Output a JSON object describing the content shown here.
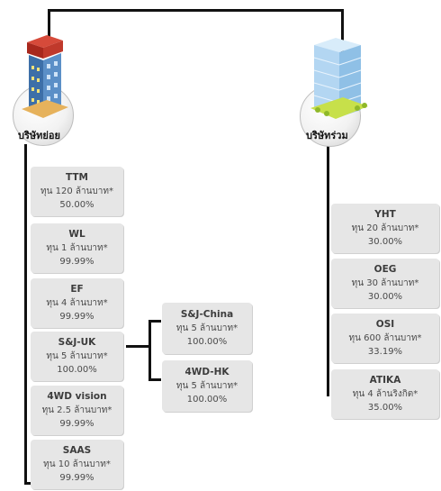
{
  "subsidiaries": {
    "label": "บริษัทย่อย",
    "icon": "office-building-icon",
    "color": "#c0392b",
    "items": [
      {
        "name": "TTM",
        "capital": "ทุน 120 ล้านบาท*",
        "share": "50.00%"
      },
      {
        "name": "WL",
        "capital": "ทุน 1 ล้านบาท*",
        "share": "99.99%"
      },
      {
        "name": "EF",
        "capital": "ทุน 4 ล้านบาท*",
        "share": "99.99%"
      },
      {
        "name": "S&J-UK",
        "capital": "ทุน 5 ล้านบาท*",
        "share": "100.00%"
      },
      {
        "name": "4WD vision",
        "capital": "ทุน 2.5 ล้านบาท*",
        "share": "99.99%"
      },
      {
        "name": "SAAS",
        "capital": "ทุน 10 ล้านบาท*",
        "share": "99.99%"
      }
    ],
    "sub_items": [
      {
        "name": "S&J-China",
        "capital": "ทุน 5 ล้านบาท*",
        "share": "100.00%"
      },
      {
        "name": "4WD-HK",
        "capital": "ทุน 5 ล้านบาท*",
        "share": "100.00%"
      }
    ]
  },
  "associates": {
    "label": "บริษัทร่วม",
    "icon": "glass-building-icon",
    "color": "#9ec7e8",
    "items": [
      {
        "name": "YHT",
        "capital": "ทุน 20 ล้านบาท*",
        "share": "30.00%"
      },
      {
        "name": "OEG",
        "capital": "ทุน 30 ล้านบาท*",
        "share": "30.00%"
      },
      {
        "name": "OSI",
        "capital": "ทุน 600 ล้านบาท*",
        "share": "33.19%"
      },
      {
        "name": "ATIKA",
        "capital": "ทุน 4 ล้านริงกิต*",
        "share": "35.00%"
      }
    ]
  }
}
